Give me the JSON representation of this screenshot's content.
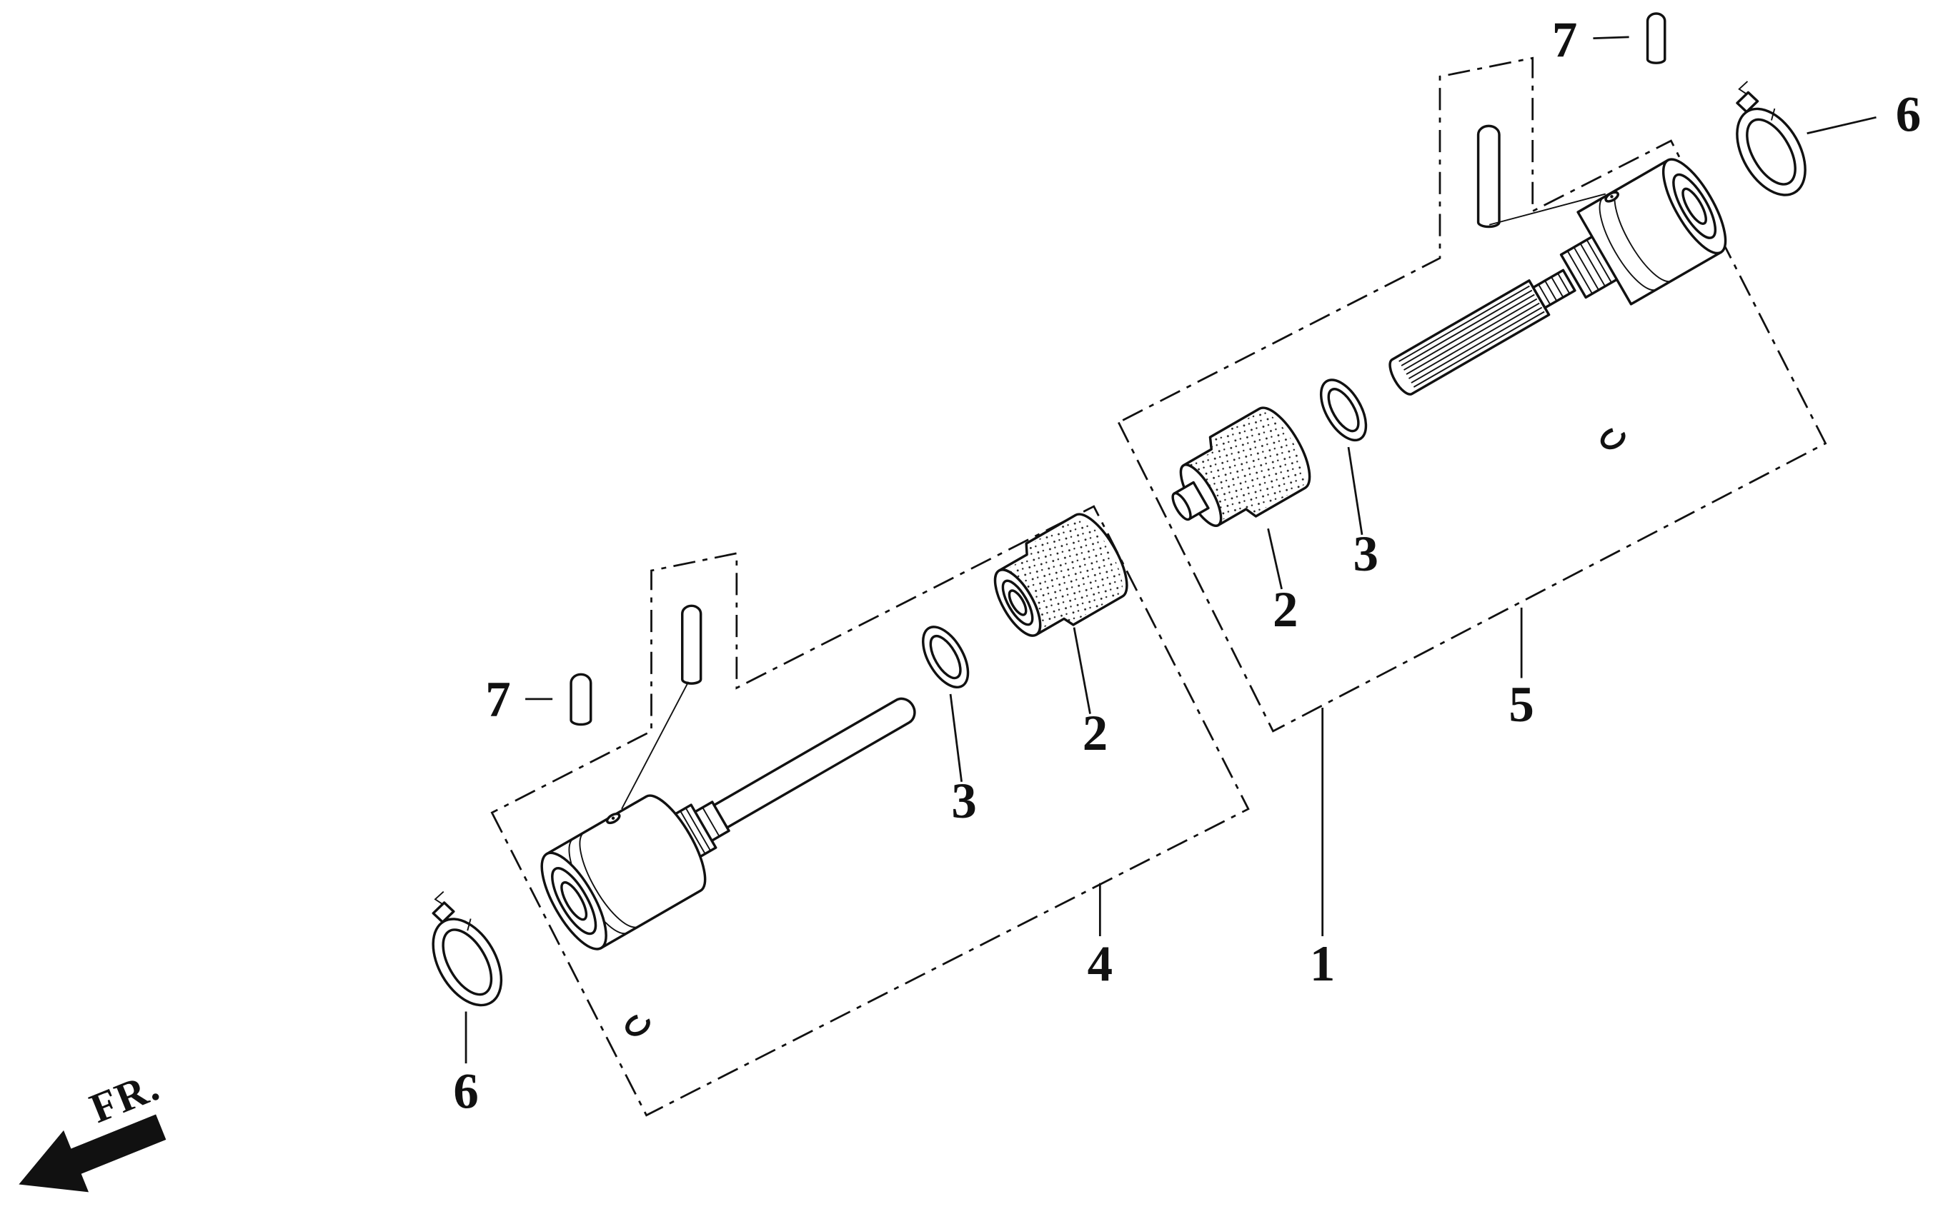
{
  "diagram": {
    "type": "exploded-parts-diagram",
    "background": "#ffffff",
    "line_color": "#111111",
    "direction_label": "FR.",
    "callouts": [
      {
        "id": "callout-7-top",
        "label": "7"
      },
      {
        "id": "callout-6-top-right",
        "label": "6"
      },
      {
        "id": "callout-2-right-boot",
        "label": "2"
      },
      {
        "id": "callout-3-right-ring",
        "label": "3"
      },
      {
        "id": "callout-5",
        "label": "5"
      },
      {
        "id": "callout-1",
        "label": "1"
      },
      {
        "id": "callout-4",
        "label": "4"
      },
      {
        "id": "callout-2-left-boot",
        "label": "2"
      },
      {
        "id": "callout-3-left-ring",
        "label": "3"
      },
      {
        "id": "callout-7-left-pin",
        "label": "7"
      },
      {
        "id": "callout-6-bottom-left",
        "label": "6"
      }
    ]
  }
}
